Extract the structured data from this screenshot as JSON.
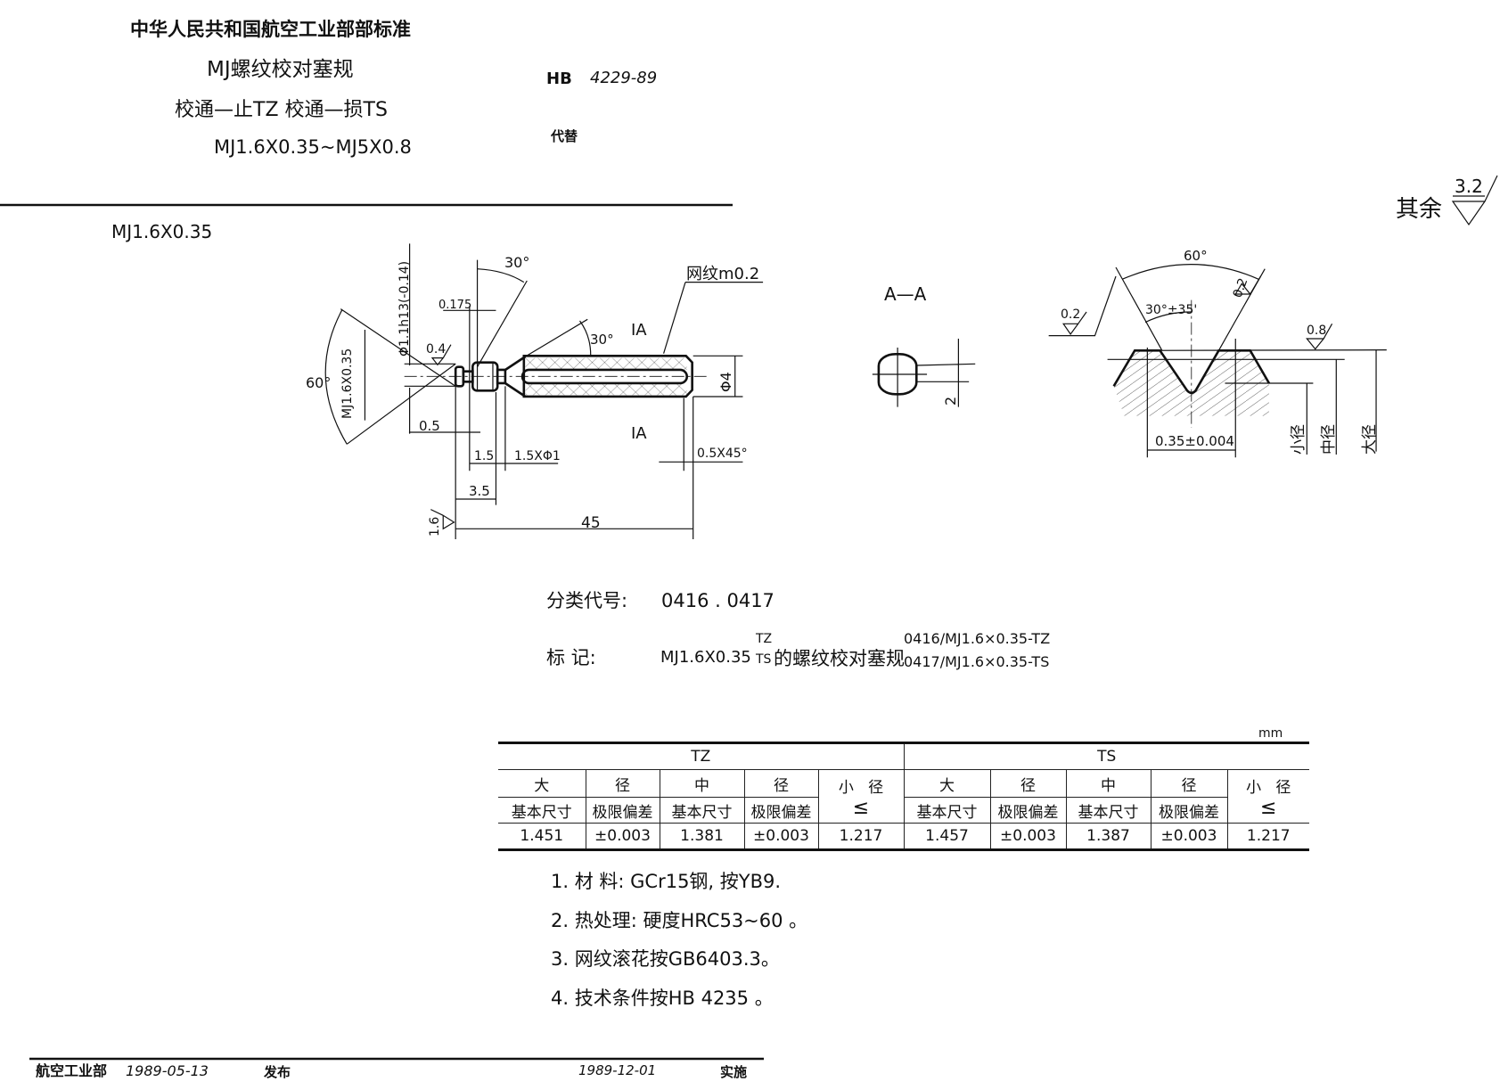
{
  "header": {
    "org": "中华人民共和国航空工业部部标准",
    "title": "MJ螺纹校对塞规",
    "subtitle": "校通—止TZ  校通—损TS",
    "range": "MJ1.6X0.35~MJ5X0.8",
    "std_prefix": "HB",
    "std_number": "4229-89",
    "replaces": "代替"
  },
  "section_label": "MJ1.6X0.35",
  "surface_rest": {
    "label": "其余",
    "value": "3.2"
  },
  "part_drawing": {
    "angle_top": "30°",
    "angle_cone": "30°",
    "angle_tip": "60°",
    "thread": "MJ1.6X0.35",
    "dia_tip": "Φ1.1h13(-0.14)",
    "dim_0175": "0.175",
    "rough_04": "0.4",
    "rough_16": "1.6",
    "knurl": "网纹m0.2",
    "section_mark_top": "IA",
    "section_mark_bottom": "IA",
    "dia_handle": "Φ4",
    "dim_05": "0.5",
    "dim_15": "1.5",
    "dim_groove": "1.5XΦ1",
    "dim_chamfer": "0.5X45°",
    "dim_35": "3.5",
    "dim_45": "45"
  },
  "section_view": {
    "title": "A—A",
    "dim": "2"
  },
  "thread_profile": {
    "angle": "60°",
    "half_angle": "30°±35'",
    "rough_left": "0.2",
    "rough_right": "0.2",
    "rough_crest": "0.8",
    "pitch": "0.35±0.004",
    "minor": "小径",
    "pitch_dia": "中径",
    "major": "大径"
  },
  "classification": {
    "label": "分类代号:",
    "value": "0416 . 0417"
  },
  "marking": {
    "label": "标      记:",
    "thread": "MJ1.6X0.35",
    "sup": "TZ",
    "sub": "TS",
    "name": "的螺纹校对塞规",
    "code_tz": "0416/MJ1.6×0.35-TZ",
    "code_ts": "0417/MJ1.6×0.35-TS"
  },
  "table": {
    "unit": "mm",
    "groups": [
      "TZ",
      "TS"
    ],
    "col_headers": [
      "大",
      "径",
      "中",
      "径",
      "小",
      "径"
    ],
    "sub_headers": [
      "基本尺寸",
      "极限偏差",
      "基本尺寸",
      "极限偏差"
    ],
    "le_symbol": "≤",
    "rows": [
      [
        "1.451",
        "±0.003",
        "1.381",
        "±0.003",
        "1.217",
        "1.457",
        "±0.003",
        "1.387",
        "±0.003",
        "1.217"
      ]
    ]
  },
  "notes": [
    "1.   材    料: GCr15钢, 按YB9.",
    "2.   热处理: 硬度HRC53~60 。",
    "3.   网纹滚花按GB6403.3。",
    "4.   技术条件按HB 4235 。"
  ],
  "footer": {
    "issuer": "航空工业部",
    "issue_date": "1989-05-13",
    "issue_label": "发布",
    "effective_date": "1989-12-01",
    "effective_label": "实施"
  }
}
